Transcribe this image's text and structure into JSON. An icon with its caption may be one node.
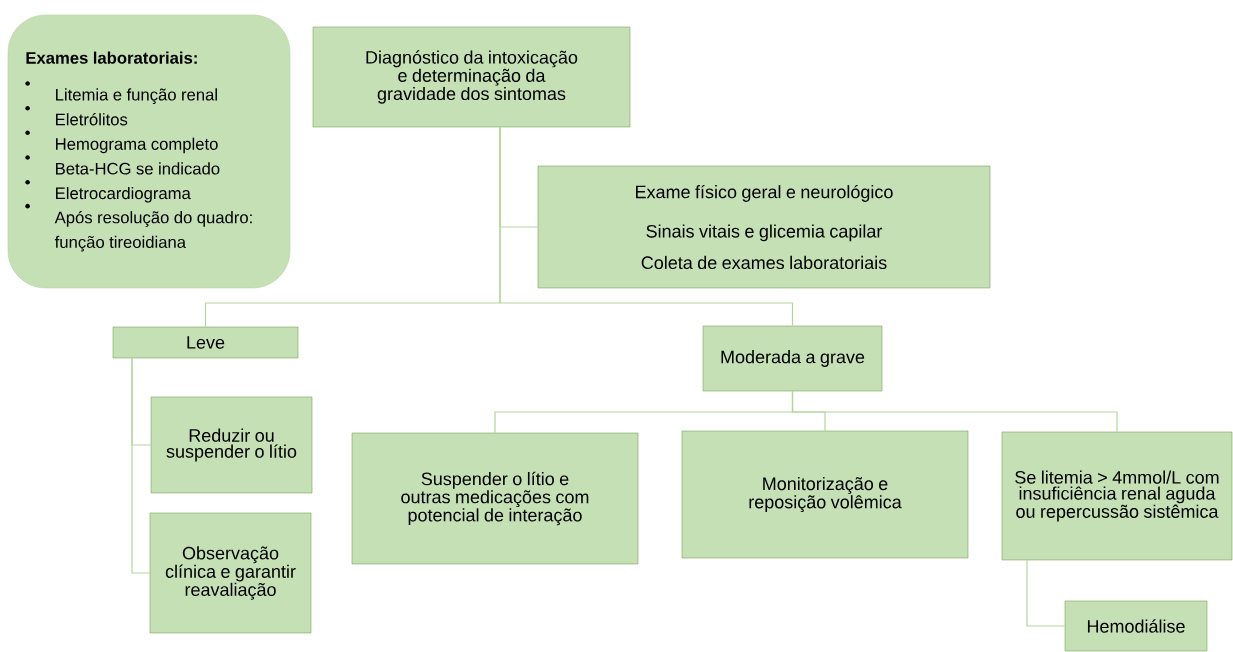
{
  "diagram": {
    "nodes": [
      {
        "text": [
          "Exames laboratoriais:",
          "Litemia e função renal",
          "Eletrólitos",
          "Hemograma completo",
          "Beta-HCG se indicado",
          "Eletrocardiograma",
          "Após resolução do quadro: função tireoidiana"
        ]
      },
      {
        "text": [
          "Diagnóstico da intoxicação e determinação da gravidade dos sintomas"
        ]
      },
      {
        "text": [
          "Exame físico geral e neurológico",
          "Sinais vitais e glicemia capilar",
          "Coleta de exames laboratoriais"
        ]
      },
      {
        "text": [
          "Leve"
        ]
      },
      {
        "text": [
          "Moderada a grave"
        ]
      },
      {
        "text": [
          "Reduzir ou suspender o lítio"
        ]
      },
      {
        "text": [
          "Observação clínica e garantir reavaliação"
        ]
      },
      {
        "text": [
          "Suspender o lítio e outras medicações com potencial de interação"
        ]
      },
      {
        "text": [
          "Monitorização e reposição volêmica"
        ]
      },
      {
        "text": [
          "Se litemia > 4mmol/L com insuficiência renal aguda ou repercussão sistêmica"
        ]
      },
      {
        "text": [
          "Hemodiálise"
        ]
      }
    ],
    "edges": [
      {
        "from": 1,
        "to": 2,
        "arrow": "none"
      },
      {
        "from": 1,
        "to": 3,
        "arrow": "none"
      },
      {
        "from": 1,
        "to": 4,
        "arrow": "none"
      },
      {
        "from": 3,
        "to": 5,
        "arrow": "none"
      },
      {
        "from": 3,
        "to": 6,
        "arrow": "none"
      },
      {
        "from": 4,
        "to": 7,
        "arrow": "none"
      },
      {
        "from": 4,
        "to": 8,
        "arrow": "none"
      },
      {
        "from": 4,
        "to": 9,
        "arrow": "none"
      },
      {
        "from": 9,
        "to": 10,
        "arrow": "none"
      }
    ]
  }
}
